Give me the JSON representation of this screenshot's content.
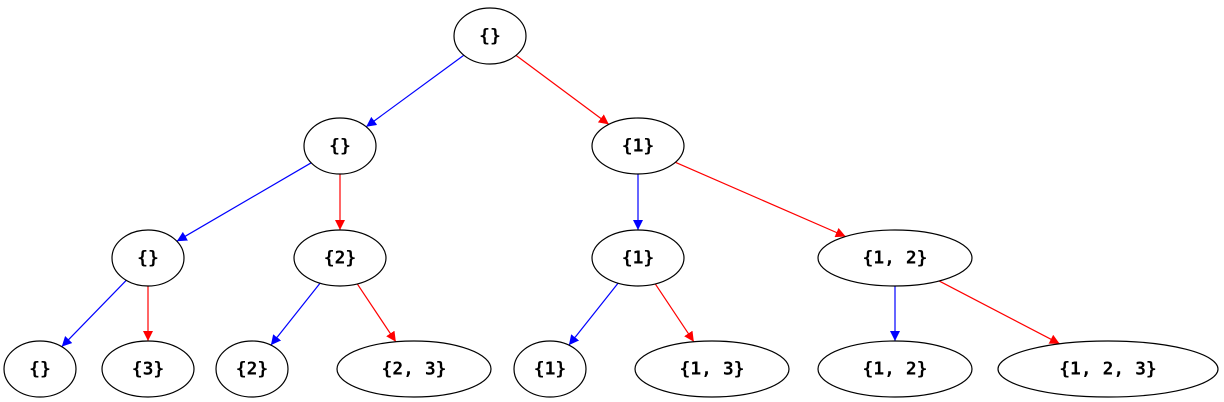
{
  "diagram": {
    "type": "binary-tree",
    "colors": {
      "left_edge": "#0000ff",
      "right_edge": "#ff0000",
      "node_stroke": "#000000",
      "background": "#ffffff"
    },
    "nodes": [
      {
        "id": "n0",
        "label": "{}"
      },
      {
        "id": "n1",
        "label": "{}"
      },
      {
        "id": "n2",
        "label": "{1}"
      },
      {
        "id": "n3",
        "label": "{}"
      },
      {
        "id": "n4",
        "label": "{2}"
      },
      {
        "id": "n5",
        "label": "{1}"
      },
      {
        "id": "n6",
        "label": "{1, 2}"
      },
      {
        "id": "n7",
        "label": "{}"
      },
      {
        "id": "n8",
        "label": "{3}"
      },
      {
        "id": "n9",
        "label": "{2}"
      },
      {
        "id": "n10",
        "label": "{2, 3}"
      },
      {
        "id": "n11",
        "label": "{1}"
      },
      {
        "id": "n12",
        "label": "{1, 3}"
      },
      {
        "id": "n13",
        "label": "{1, 2}"
      },
      {
        "id": "n14",
        "label": "{1, 2, 3}"
      }
    ],
    "edges": [
      {
        "from": "n0",
        "to": "n1",
        "branch": "left"
      },
      {
        "from": "n0",
        "to": "n2",
        "branch": "right"
      },
      {
        "from": "n1",
        "to": "n3",
        "branch": "left"
      },
      {
        "from": "n1",
        "to": "n4",
        "branch": "right"
      },
      {
        "from": "n2",
        "to": "n5",
        "branch": "left"
      },
      {
        "from": "n2",
        "to": "n6",
        "branch": "right"
      },
      {
        "from": "n3",
        "to": "n7",
        "branch": "left"
      },
      {
        "from": "n3",
        "to": "n8",
        "branch": "right"
      },
      {
        "from": "n4",
        "to": "n9",
        "branch": "left"
      },
      {
        "from": "n4",
        "to": "n10",
        "branch": "right"
      },
      {
        "from": "n5",
        "to": "n11",
        "branch": "left"
      },
      {
        "from": "n5",
        "to": "n12",
        "branch": "right"
      },
      {
        "from": "n6",
        "to": "n13",
        "branch": "left"
      },
      {
        "from": "n6",
        "to": "n14",
        "branch": "right"
      }
    ]
  }
}
